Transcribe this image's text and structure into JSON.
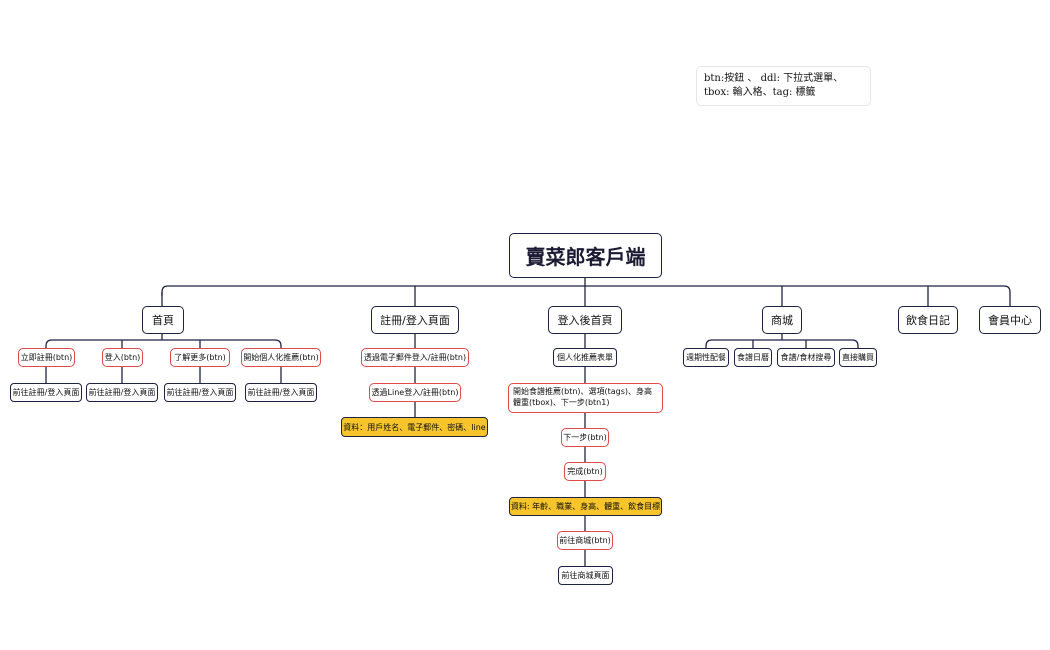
{
  "legend": {
    "text": "btn:按鈕 、 ddl: 下拉式選單、tbox: 輸入格、tag: 標籤"
  },
  "root": {
    "label": "賣菜郎客戶端"
  },
  "sections": {
    "home": {
      "label": "首頁",
      "items": [
        {
          "label": "立即註冊(btn)",
          "child": "前往註冊/登入頁面"
        },
        {
          "label": "登入(btn)",
          "child": "前往註冊/登入頁面"
        },
        {
          "label": "了解更多(btn)",
          "child": "前往註冊/登入頁面"
        },
        {
          "label": "開始個人化推薦(btn)",
          "child": "前往註冊/登入頁面"
        }
      ]
    },
    "register": {
      "label": "註冊/登入頁面",
      "items": [
        "透過電子郵件登入/註冊(btn)",
        "透過Line登入/註冊(btn)",
        "資料：用戶姓名、電子郵件、密碼、line"
      ]
    },
    "after_login": {
      "label": "登入後首頁",
      "items": [
        "個人化推薦表單",
        "開始食譜推薦(btn)、選項(tags)、身高體重(tbox)、下一步(btn1)",
        "下一步(btn)",
        "完成(btn)",
        "資料: 年齡、職業、身高、體重、飲食目標",
        "前往商城(btn)",
        "前往商城頁面"
      ]
    },
    "mall": {
      "label": "商城",
      "items": [
        "週期性配餐",
        "食譜日曆",
        "食譜/食材搜尋",
        "直接購買"
      ]
    },
    "diary": {
      "label": "飲食日記"
    },
    "member": {
      "label": "會員中心"
    }
  }
}
